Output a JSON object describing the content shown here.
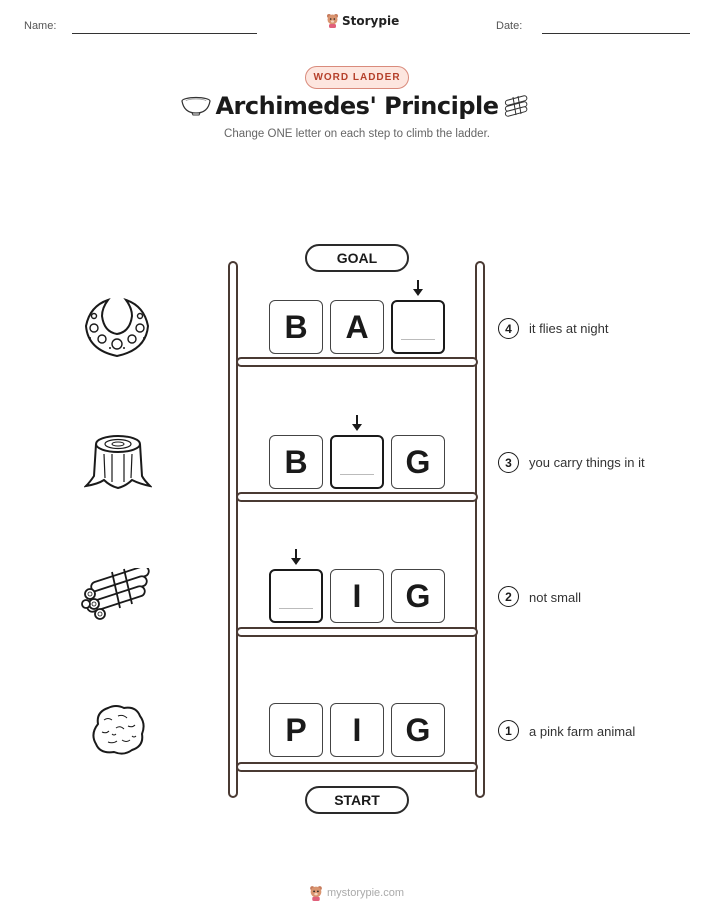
{
  "header": {
    "name_label": "Name:",
    "date_label": "Date:",
    "brand": "Storypie"
  },
  "badge": "WORD LADDER",
  "title": "Archimedes' Principle",
  "subtitle": "Change ONE letter on each step to climb the ladder.",
  "goal_label": "GOAL",
  "start_label": "START",
  "steps": [
    {
      "number": "4",
      "clue": "it flies at night",
      "letters": [
        "B",
        "A",
        ""
      ],
      "blank_index": 2,
      "picture": "necklace-icon"
    },
    {
      "number": "3",
      "clue": "you carry things in it",
      "letters": [
        "B",
        "",
        "G"
      ],
      "blank_index": 1,
      "picture": "tree-stump-icon"
    },
    {
      "number": "2",
      "clue": "not small",
      "letters": [
        "",
        "I",
        "G"
      ],
      "blank_index": 0,
      "picture": "bundle-of-sticks-icon"
    },
    {
      "number": "1",
      "clue": "a pink farm animal",
      "letters": [
        "P",
        "I",
        "G"
      ],
      "blank_index": -1,
      "picture": "rock-icon"
    }
  ],
  "footer": "mystorypie.com",
  "colors": {
    "badge_bg": "#fde6df",
    "badge_text": "#b5402b",
    "ladder": "#4a3a33"
  }
}
